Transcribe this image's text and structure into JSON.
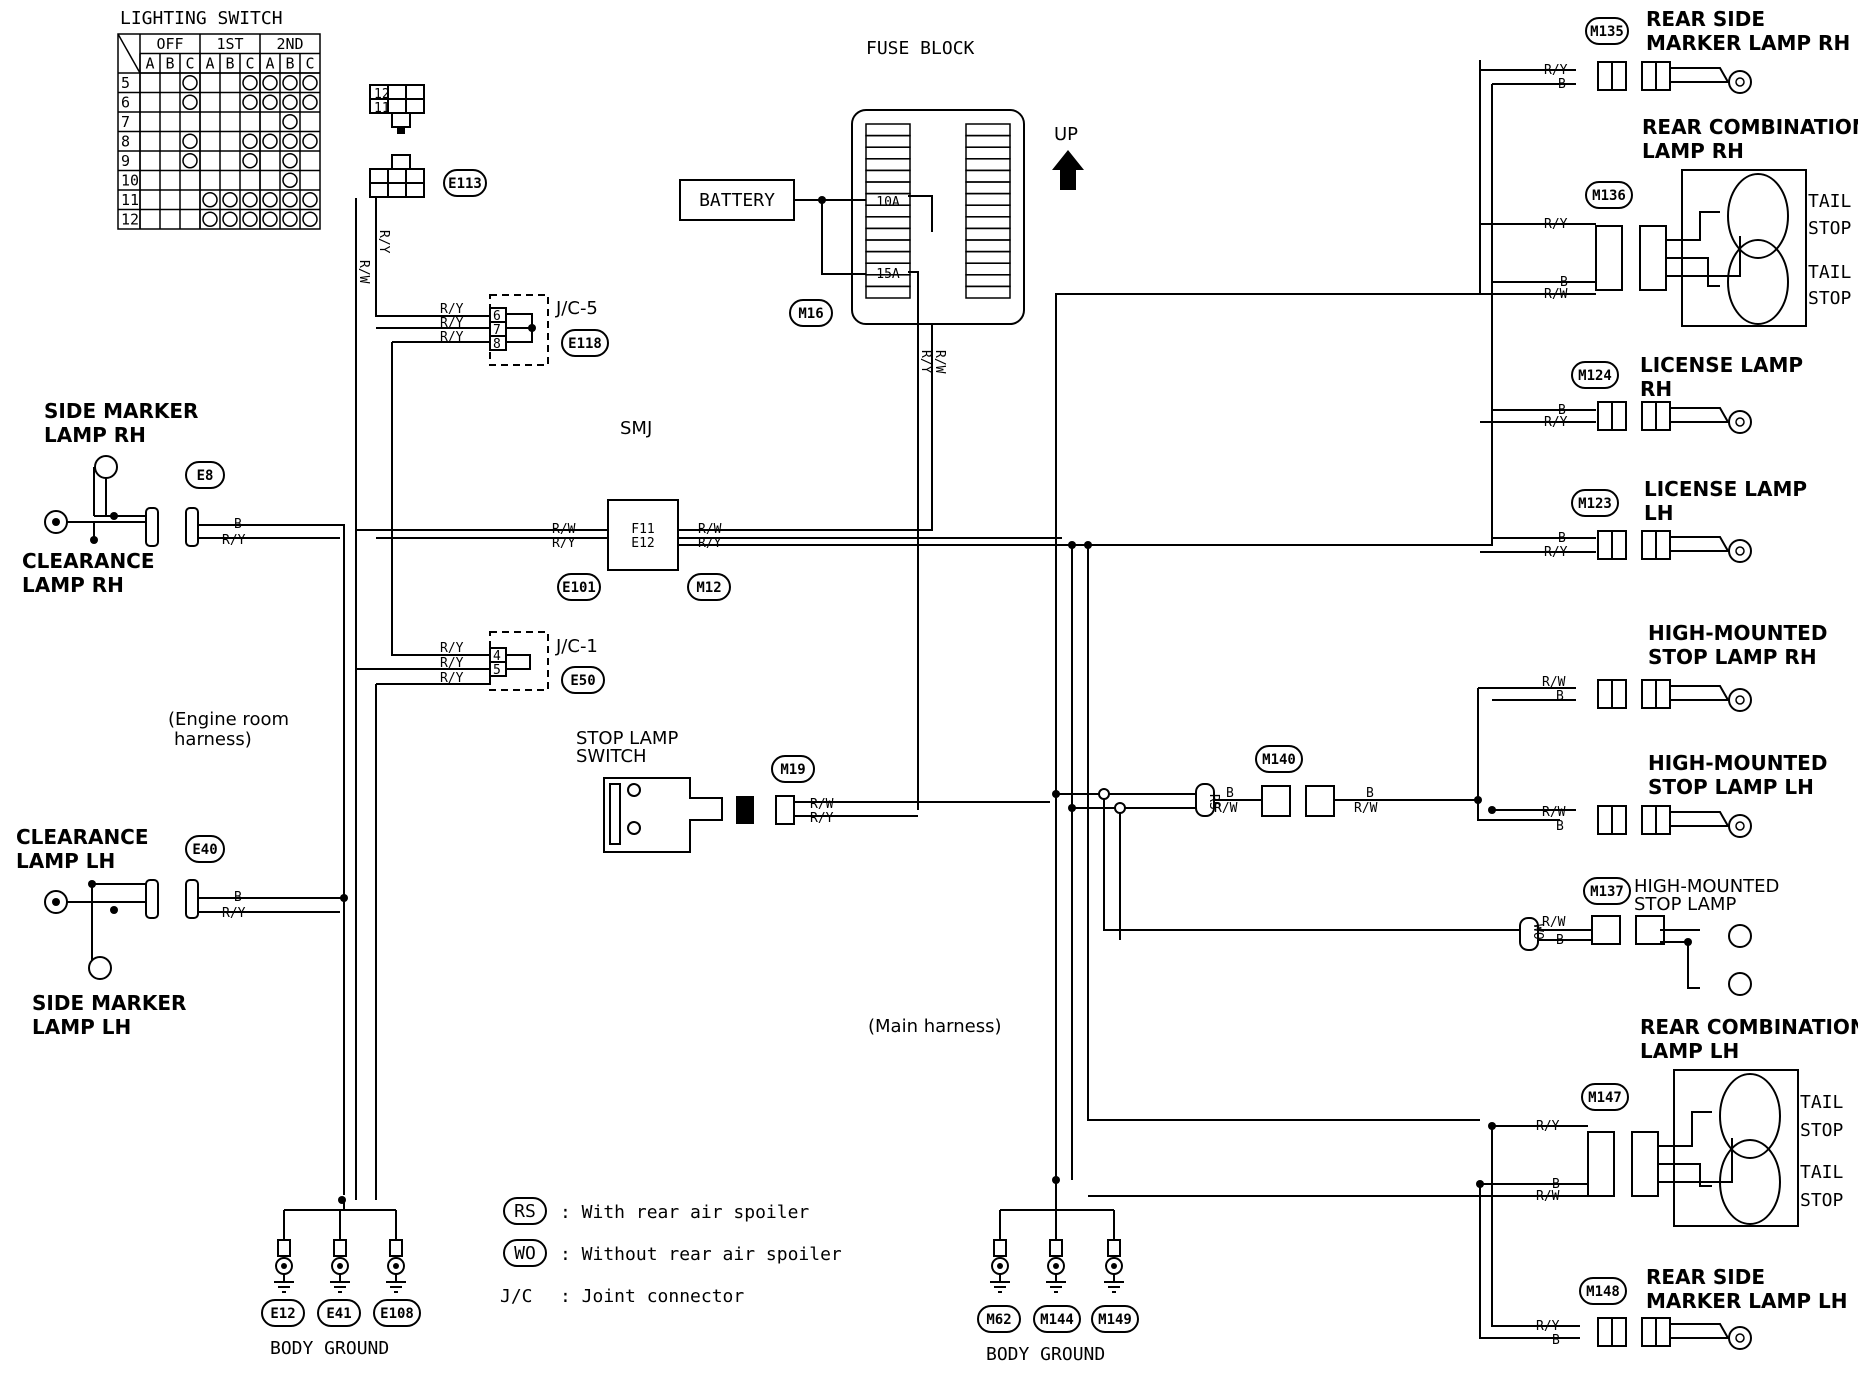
{
  "title": "LIGHTING SWITCH",
  "switch_table": {
    "groups": [
      "OFF",
      "1ST",
      "2ND"
    ],
    "cols": [
      "A",
      "B",
      "C",
      "A",
      "B",
      "C",
      "A",
      "B",
      "C"
    ],
    "rows": [
      "5",
      "6",
      "7",
      "8",
      "9",
      "10",
      "11",
      "12"
    ]
  },
  "labels": {
    "fuse_block": "FUSE BLOCK",
    "battery": "BATTERY",
    "up": "UP",
    "smj": "SMJ",
    "fuse_10a": "10A",
    "fuse_15a": "15A",
    "jc5": "J/C-5",
    "jc1": "J/C-1",
    "engine_room": "(Engine room",
    "engine_room2": "harness)",
    "main_harness": "(Main harness)",
    "stop_switch1": "STOP LAMP",
    "stop_switch2": "SWITCH",
    "side_marker_rh1": "SIDE MARKER",
    "side_marker_rh2": "LAMP RH",
    "clearance_rh1": "CLEARANCE",
    "clearance_rh2": "LAMP RH",
    "clearance_lh1": "CLEARANCE",
    "clearance_lh2": "LAMP LH",
    "side_marker_lh1": "SIDE MARKER",
    "side_marker_lh2": "LAMP LH",
    "rear_side_rh1": "REAR SIDE",
    "rear_side_rh2": "MARKER LAMP RH",
    "rear_comb_rh1": "REAR COMBINATION",
    "rear_comb_rh2": "LAMP RH",
    "license_rh1": "LICENSE LAMP",
    "license_rh2": "RH",
    "license_lh1": "LICENSE LAMP",
    "license_lh2": "LH",
    "hm_rh1": "HIGH-MOUNTED",
    "hm_rh2": "STOP LAMP RH",
    "hm_lh1": "HIGH-MOUNTED",
    "hm_lh2": "STOP LAMP LH",
    "hm1": "HIGH-MOUNTED",
    "hm2": "STOP LAMP",
    "rear_comb_lh1": "REAR COMBINATION",
    "rear_comb_lh2": "LAMP LH",
    "rear_side_lh1": "REAR SIDE",
    "rear_side_lh2": "MARKER LAMP LH",
    "tail": "TAIL",
    "stop": "STOP",
    "body_ground": "BODY GROUND",
    "f11": "F11",
    "e12": "E12"
  },
  "connectors": {
    "e113": "E113",
    "e118": "E118",
    "e101": "E101",
    "m12": "M12",
    "e50": "E50",
    "m16": "M16",
    "m19": "M19",
    "e8": "E8",
    "e40": "E40",
    "e12": "E12",
    "e41": "E41",
    "e108": "E108",
    "m62": "M62",
    "m144": "M144",
    "m149": "M149",
    "m135": "M135",
    "m136": "M136",
    "m124": "M124",
    "m123": "M123",
    "m140": "M140",
    "m137": "M137",
    "m147": "M147",
    "m148": "M148",
    "rs": "RS",
    "wo": "WO"
  },
  "pins": {
    "p6": "6",
    "p7": "7",
    "p8": "8",
    "p4": "4",
    "p5": "5",
    "p11": "11",
    "p12": "12"
  },
  "wire_codes": {
    "ry": "R/Y",
    "rw": "R/W",
    "b": "B"
  },
  "legend": [
    {
      "key": "RS",
      "text": ": With rear air spoiler"
    },
    {
      "key": "WO",
      "text": ": Without rear air spoiler"
    },
    {
      "key": "J/C",
      "text": ": Joint connector"
    }
  ]
}
